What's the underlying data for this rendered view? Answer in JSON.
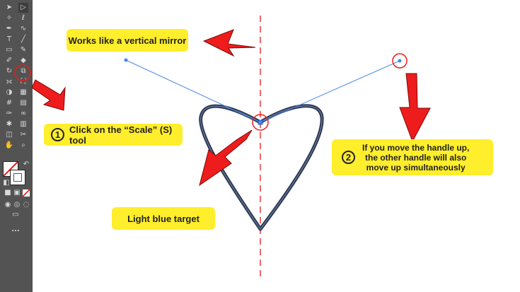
{
  "toolbar": {
    "icons": [
      "selection-tool-icon",
      "direct-selection-tool-icon",
      "magic-wand-tool-icon",
      "lasso-tool-icon",
      "pen-tool-icon",
      "curvature-tool-icon",
      "type-tool-icon",
      "line-segment-tool-icon",
      "rectangle-tool-icon",
      "paintbrush-tool-icon",
      "shaper-tool-icon",
      "eraser-tool-icon",
      "rotate-tool-icon",
      "scale-tool-icon",
      "width-tool-icon",
      "free-transform-tool-icon",
      "shape-builder-tool-icon",
      "perspective-grid-tool-icon",
      "mesh-tool-icon",
      "gradient-tool-icon",
      "eyedropper-tool-icon",
      "blend-tool-icon",
      "symbol-sprayer-tool-icon",
      "column-graph-tool-icon",
      "artboard-tool-icon",
      "slice-tool-icon",
      "hand-tool-icon",
      "zoom-tool-icon"
    ],
    "more_label": "..."
  },
  "annotations": {
    "mirror_label": "Works like a vertical mirror",
    "step1_number": "1",
    "step1_text": "Click on the “Scale” (S) tool",
    "step2_number": "2",
    "step2_line1": "If you move the handle up,",
    "step2_line2": "the other handle will also",
    "step2_line3": "move up simultaneously",
    "target_label": "Light blue target"
  },
  "colors": {
    "toolbar_bg": "#535353",
    "callout_bg": "#ffee2b",
    "arrow_red": "#ee1c1c",
    "handle_blue": "#4a86e8",
    "mirror_line": "#e8383d",
    "path_stroke": "#2f3a4f"
  }
}
